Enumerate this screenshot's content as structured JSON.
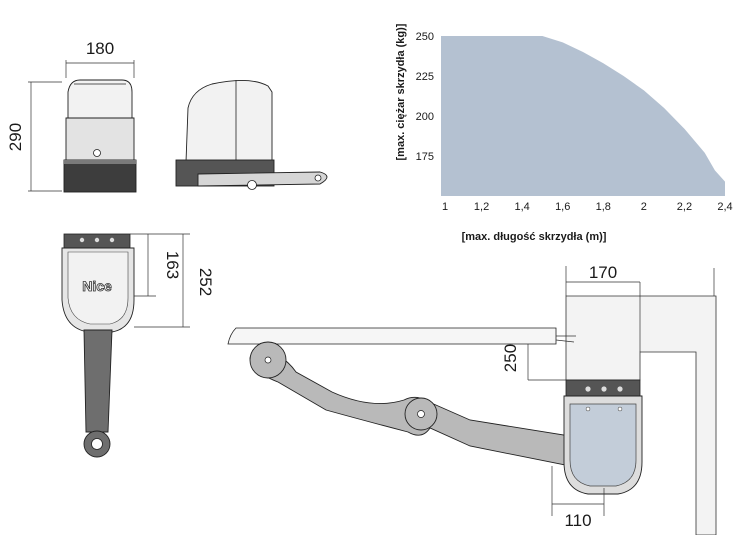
{
  "dimensions": {
    "front_width": "180",
    "front_height": "290",
    "top_depth": "163",
    "top_total": "252",
    "install_offset_x": "170",
    "install_offset_y": "250",
    "install_width": "110"
  },
  "brand": "Nice",
  "chart_data": {
    "type": "area",
    "xlabel": "[max. długość skrzydła (m)]",
    "ylabel": "[max. ciężar skrzydła (kg)]",
    "x_ticks": [
      "1",
      "1,2",
      "1,4",
      "1,6",
      "1,8",
      "2",
      "2,2",
      "2,4"
    ],
    "y_ticks": [
      "250",
      "225",
      "200",
      "175"
    ],
    "xlim": [
      1,
      2.4
    ],
    "ylim": [
      150,
      250
    ],
    "grid": false,
    "color": "#b4c1d1",
    "series": [
      {
        "x": [
          1.0,
          1.5,
          1.6,
          1.7,
          1.8,
          1.9,
          2.0,
          2.1,
          2.2,
          2.3,
          2.35,
          2.4
        ],
        "y": [
          250,
          250,
          246,
          240,
          233,
          225,
          216,
          205,
          192,
          177,
          166,
          159
        ]
      }
    ]
  }
}
